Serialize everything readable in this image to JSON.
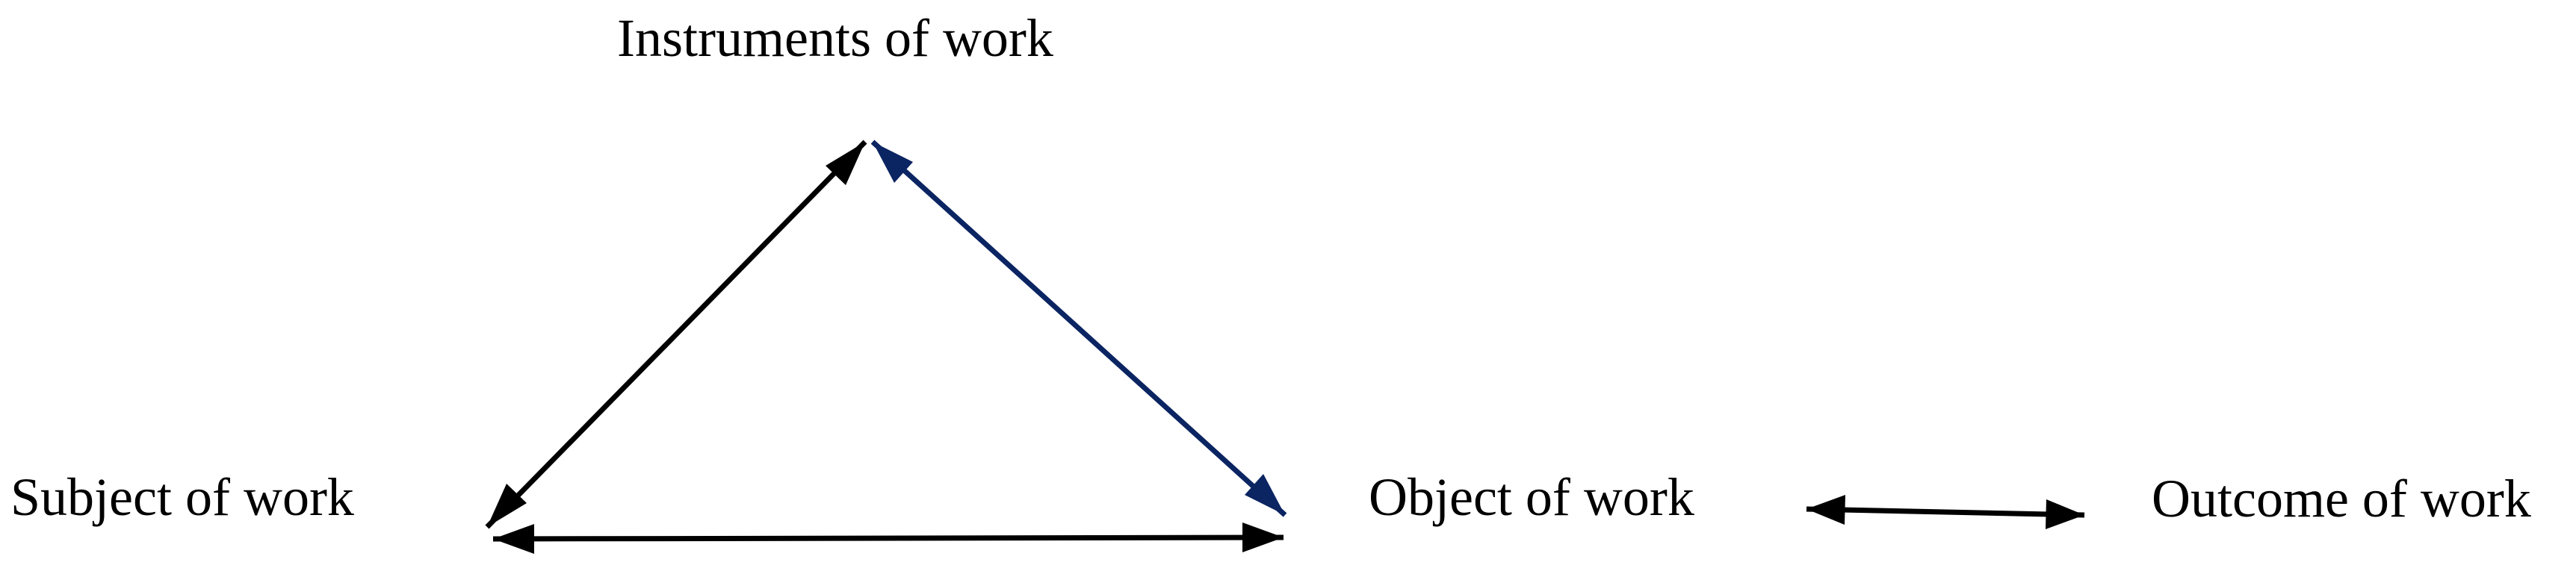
{
  "nodes": {
    "instruments": "Instruments of work",
    "subject": "Subject of work",
    "object": "Object of work",
    "outcome": "Outcome of work"
  },
  "colors": {
    "text": "#000000",
    "arrow_default": "#000000",
    "arrow_highlight": "#0b2462"
  },
  "edges": [
    {
      "from": "subject",
      "to": "instruments",
      "direction": "both",
      "color": "#000000"
    },
    {
      "from": "instruments",
      "to": "object",
      "direction": "both",
      "color": "#0b2462"
    },
    {
      "from": "subject",
      "to": "object",
      "direction": "both",
      "color": "#000000"
    },
    {
      "from": "object",
      "to": "outcome",
      "direction": "both",
      "color": "#000000"
    }
  ]
}
